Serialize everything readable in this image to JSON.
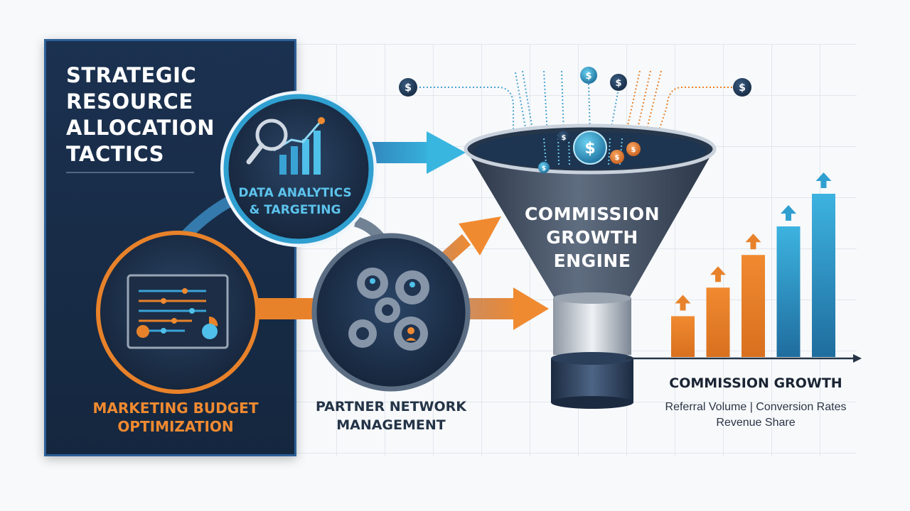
{
  "title": "STRATEGIC\nRESOURCE\nALLOCATION\nTACTICS",
  "nodes": {
    "data_analytics": "DATA ANALYTICS\n& TARGETING",
    "marketing_budget": "MARKETING BUDGET\nOPTIMIZATION",
    "partner_network": "PARTNER NETWORK\nMANAGEMENT"
  },
  "funnel": {
    "label": "COMMISSION\nGROWTH\nENGINE",
    "coin_symbol": "$"
  },
  "output": {
    "title": "COMMISSION GROWTH",
    "metrics": "Referral Volume | Conversion Rates\nRevenue Share"
  },
  "chart_data": {
    "type": "bar",
    "categories": [],
    "series": [
      {
        "values": [
          1,
          1.7,
          2.5,
          3.2,
          4
        ]
      }
    ],
    "colors": [
      "#e8822a",
      "#e8822a",
      "#e8822a",
      "#2f9fd0",
      "#2f9fd0"
    ]
  },
  "colors": {
    "navy": "#1b3150",
    "blue_accent": "#2f9fd0",
    "orange_accent": "#e8822a",
    "funnel_dark": "#3b4a5e"
  },
  "icons": [
    "magnifier-chart-icon",
    "dashboard-sliders-icon",
    "gears-people-icon",
    "dollar-coin-icon",
    "up-arrow-icon"
  ]
}
